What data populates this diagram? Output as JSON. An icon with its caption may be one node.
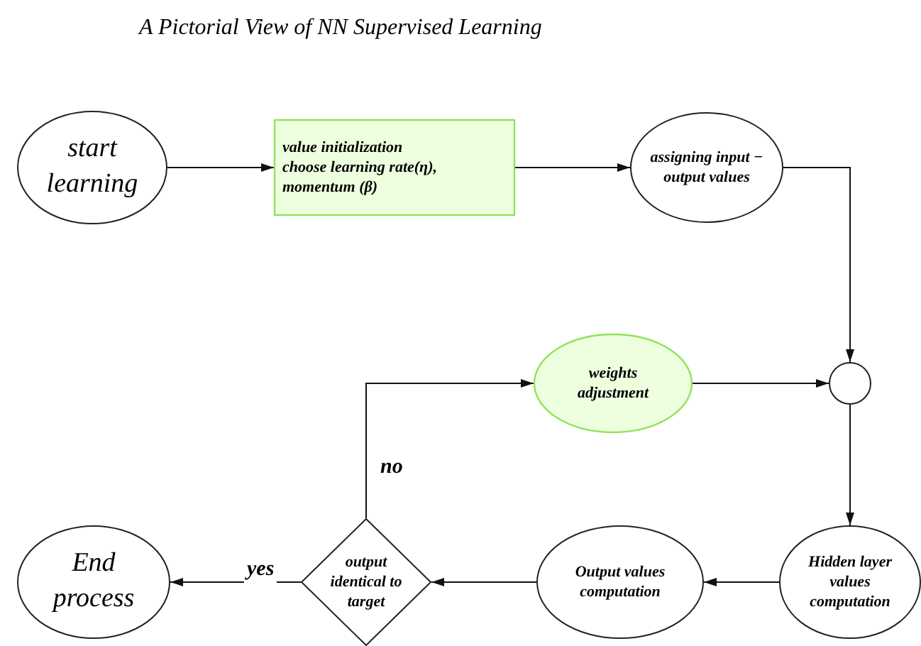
{
  "diagram": {
    "title": "A Pictorial View of NN Supervised Learning",
    "nodes": [
      {
        "text": [
          "start learning"
        ]
      },
      {
        "text": [
          "value initialization",
          "choose learning rate(η), momentum (β)"
        ]
      },
      {
        "text": [
          "assigning input − output values"
        ]
      },
      {
        "text": [],
        "shape": "circle"
      },
      {
        "text": [
          "weights adjustment"
        ]
      },
      {
        "text": [
          "Hidden layer values computation"
        ]
      },
      {
        "text": [
          "Output values computation"
        ]
      },
      {
        "text": [
          "output identical to target"
        ]
      },
      {
        "text": [
          "End process"
        ]
      }
    ],
    "edges": [
      {
        "from": 0,
        "to": 1,
        "arrow": "to"
      },
      {
        "from": 1,
        "to": 2,
        "arrow": "to"
      },
      {
        "from": 2,
        "to": 3,
        "arrow": "to"
      },
      {
        "from": 4,
        "to": 3,
        "arrow": "to"
      },
      {
        "from": 3,
        "to": 5,
        "arrow": "to"
      },
      {
        "from": 5,
        "to": 6,
        "arrow": "to"
      },
      {
        "from": 6,
        "to": 7,
        "arrow": "to"
      },
      {
        "from": 7,
        "to": 8,
        "arrow": "to",
        "label": "yes"
      },
      {
        "from": 7,
        "to": 4,
        "arrow": "to",
        "label": "no"
      }
    ]
  }
}
